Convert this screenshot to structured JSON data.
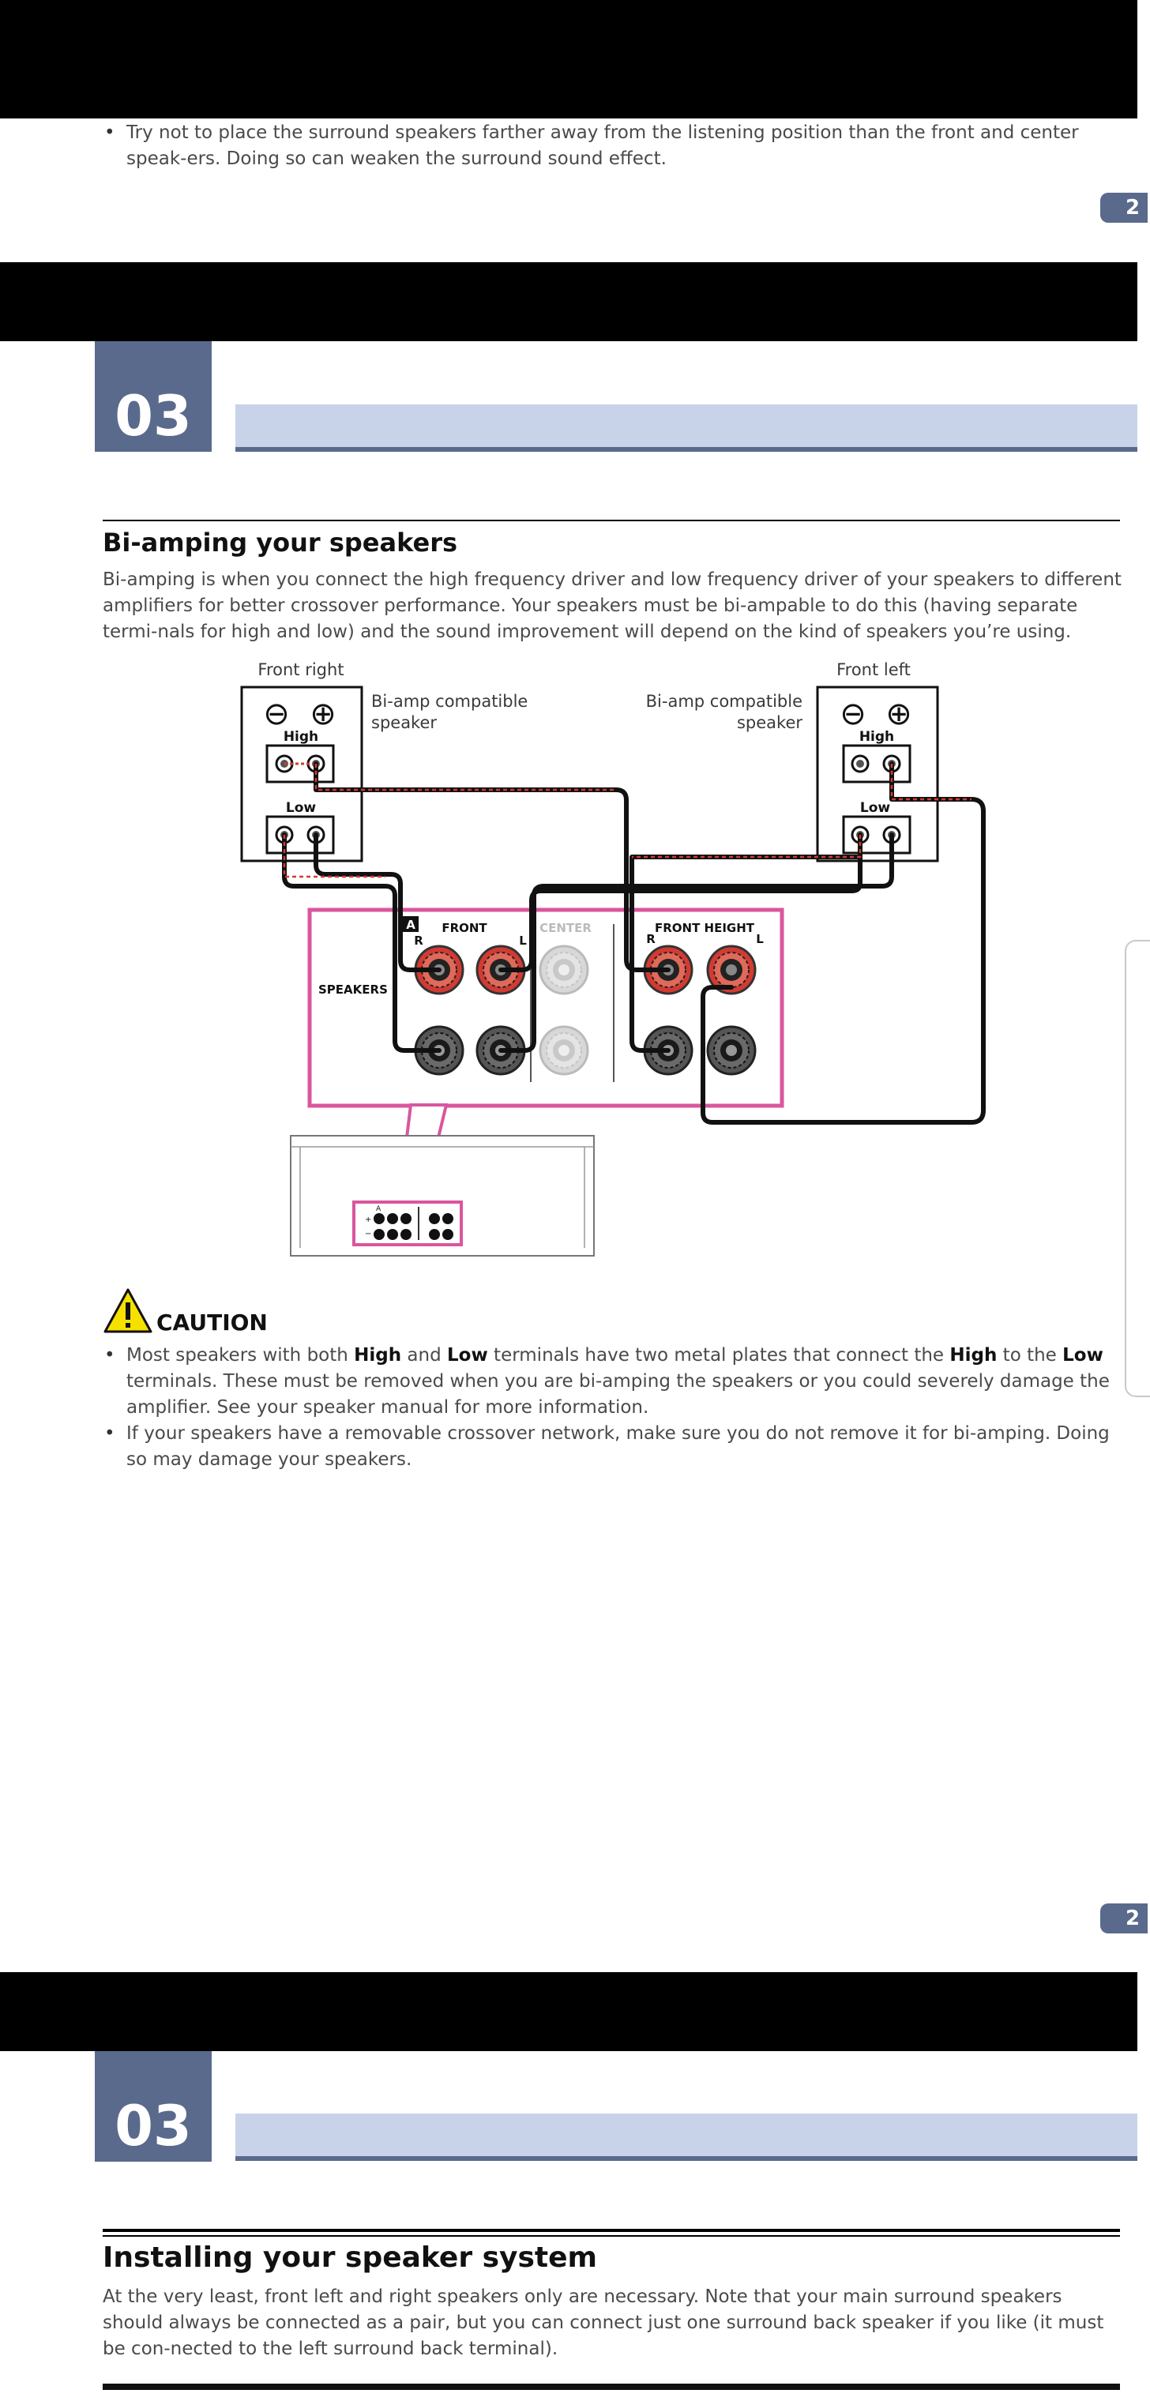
{
  "top_fragment": {
    "bullet": "Try not to place the surround speakers farther away from the listening position than the front and center speak-ers. Doing so can weaken the surround sound effect.",
    "page_tab": "2"
  },
  "page1": {
    "chapter": "03",
    "heading": "Bi-amping your speakers",
    "intro": "Bi-amping is when you connect the high frequency driver and low frequency driver of your speakers to different amplifiers for better crossover performance. Your speakers must be bi-ampable to do this (having separate termi-nals for high and low) and the sound improvement will depend on the kind of speakers you’re using.",
    "diagram": {
      "front_right": "Front right",
      "front_left": "Front left",
      "compat_right_line1": "Bi-amp compatible",
      "compat_right_line2": "speaker",
      "compat_left_line1": "Bi-amp compatible",
      "compat_left_line2": "speaker",
      "high": "High",
      "low": "Low",
      "minus_symbol": "⊖",
      "plus_symbol": "⊕",
      "section_a": "A",
      "front": "FRONT",
      "center": "CENTER",
      "front_height": "FRONT HEIGHT",
      "speakers": "SPEAKERS",
      "r": "R",
      "l": "L",
      "panel_a": "A",
      "panel_plus": "+",
      "panel_minus": "−"
    },
    "caution": {
      "label": "CAUTION",
      "bullet1": {
        "t1": "Most speakers with both ",
        "b1": "High",
        "t2": " and ",
        "b2": "Low",
        "t3": " terminals have two metal plates that connect the ",
        "b3": "High",
        "t4": " to the ",
        "b4": "Low",
        "t5": " terminals. These must be removed when you are bi-amping the speakers or you could severely damage the amplifier. See your speaker manual for more information."
      },
      "bullet2": "If your speakers have a removable crossover network, make sure you do not remove it for bi-amping. Doing so may damage your speakers."
    },
    "page_tab": "2"
  },
  "page2": {
    "chapter": "03",
    "heading": "Installing your speaker system",
    "intro": "At the very least, front left and right speakers only are necessary. Note that your main surround speakers should always be connected as a pair, but you can connect just one surround back speaker if you like (it must be con-nected to the left surround back terminal)."
  },
  "colors": {
    "chapter_box": "#5a6a8c",
    "chapter_band": "#c8d3ea",
    "panel_outline": "#d9569e",
    "terminal_red": "#d33b32",
    "terminal_dark": "#555555",
    "caution_yellow": "#f5e000"
  }
}
